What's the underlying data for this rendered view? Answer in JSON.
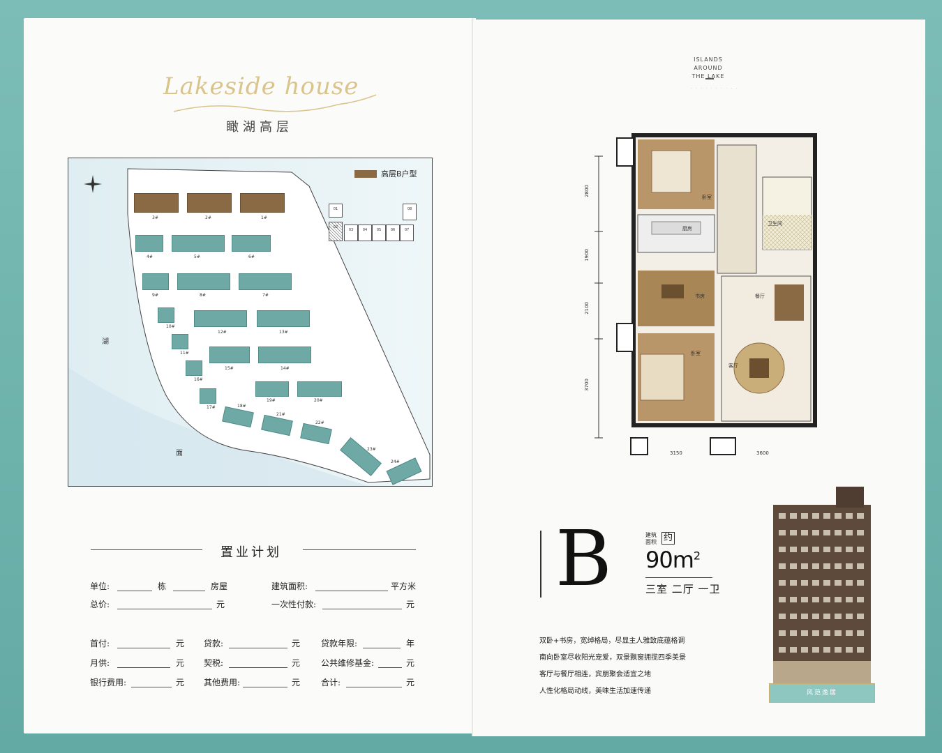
{
  "left": {
    "logo_script": "Lakeside house",
    "project_title": "瞰湖高层",
    "site_plan": {
      "legend": "高层B户型",
      "compass": "N",
      "lake_label_1": "湖",
      "lake_label_2": "面",
      "buildings": [
        "1#",
        "2#",
        "3#",
        "4#",
        "5#",
        "6#",
        "7#",
        "8#",
        "9#",
        "10#",
        "11#",
        "12#",
        "13#",
        "14#",
        "15#",
        "16#",
        "17#",
        "18#",
        "19#",
        "20#",
        "21#",
        "22#",
        "23#",
        "24#"
      ],
      "unit_key": [
        "01",
        "02",
        "03",
        "04",
        "05",
        "06",
        "07",
        "08"
      ]
    },
    "plan": {
      "title": "置业计划",
      "row1": [
        "单位:",
        "栋",
        "房屋",
        "建筑面积:",
        "平方米"
      ],
      "row2": [
        "总价:",
        "元",
        "一次性付款:",
        "元"
      ],
      "row3": [
        "首付:",
        "元",
        "贷款:",
        "元",
        "贷款年限:",
        "年"
      ],
      "row4": [
        "月供:",
        "元",
        "契税:",
        "元",
        "公共维修基金:",
        "元"
      ],
      "row5": [
        "银行费用:",
        "元",
        "其他费用:",
        "元",
        "合计:",
        "元"
      ]
    }
  },
  "right": {
    "tagline_1": "ISLANDS AROUND",
    "tagline_2": "THE LAKE",
    "floorplan": {
      "rooms": [
        "卧室",
        "厨房",
        "卫生间",
        "书房",
        "餐厅",
        "卧室",
        "客厅"
      ],
      "dims_left": [
        "2800",
        "1900",
        "2100",
        "3700"
      ],
      "dims_bottom": [
        "3150",
        "3600"
      ]
    },
    "unit_type": "B",
    "area_label": "建筑面积",
    "area_approx": "约",
    "area_value": "90",
    "area_unit": "m",
    "area_exp": "2",
    "rooms": "三室 二厅 一卫",
    "desc": [
      "双卧+书房，宽绰格局，尽显主人雅致底蕴格调",
      "南向卧室尽收阳光宠爱，双景飘窗拥揽四季美景",
      "客厅与餐厅相连，宾朋聚会适宜之地",
      "人性化格局动线，美味生活加速传递"
    ],
    "tower_badge": "风范逸居"
  }
}
